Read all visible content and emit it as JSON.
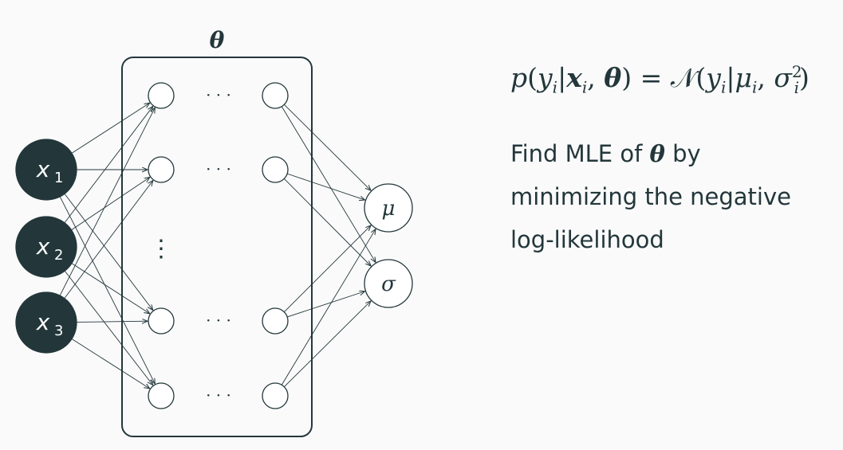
{
  "diagram": {
    "param_label": "θ",
    "inputs": [
      {
        "var": "x",
        "sub": "1"
      },
      {
        "var": "x",
        "sub": "2"
      },
      {
        "var": "x",
        "sub": "3"
      }
    ],
    "outputs": [
      "μ",
      "σ"
    ],
    "ellipsis_h": "· · ·",
    "ellipsis_v": "⋮"
  },
  "formula": {
    "p": "p",
    "y": "y",
    "i": "i",
    "x": "x",
    "theta": "θ",
    "N": "𝒩",
    "mu": "μ",
    "sigma": "σ",
    "sq": "2"
  },
  "text": {
    "line1_pre": "Find MLE of ",
    "line1_theta": "θ",
    "line1_post": " by",
    "line2": "minimizing the negative",
    "line3": "log-likelihood"
  },
  "colors": {
    "input_fill": "#23373b",
    "node_stroke": "#23373b",
    "background": "#fafafa"
  }
}
